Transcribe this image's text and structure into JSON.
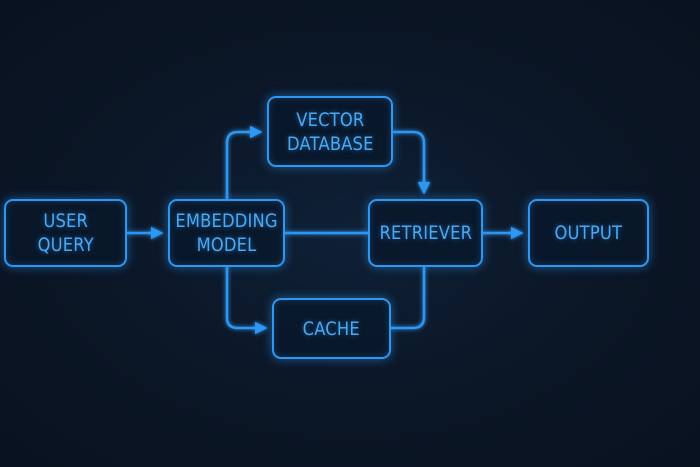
{
  "diagram": {
    "colors": {
      "background": "#0b1626",
      "accent": "#2d97f2",
      "text": "#4aa9f5"
    },
    "nodes": {
      "user_query": "USER\nQUERY",
      "embedding_model": "EMBEDDING\nMODEL",
      "vector_database": "VECTOR\nDATABASE",
      "retriever": "RETRIEVER",
      "output": "OUTPUT",
      "cache": "CACHE"
    },
    "edges": [
      {
        "from": "user_query",
        "to": "embedding_model",
        "arrow": true
      },
      {
        "from": "embedding_model",
        "to": "vector_database",
        "arrow": true
      },
      {
        "from": "vector_database",
        "to": "retriever",
        "arrow": true
      },
      {
        "from": "embedding_model",
        "to": "retriever",
        "arrow": false
      },
      {
        "from": "embedding_model",
        "to": "cache",
        "arrow": true
      },
      {
        "from": "cache",
        "to": "retriever",
        "arrow": false
      },
      {
        "from": "retriever",
        "to": "output",
        "arrow": true
      }
    ]
  }
}
